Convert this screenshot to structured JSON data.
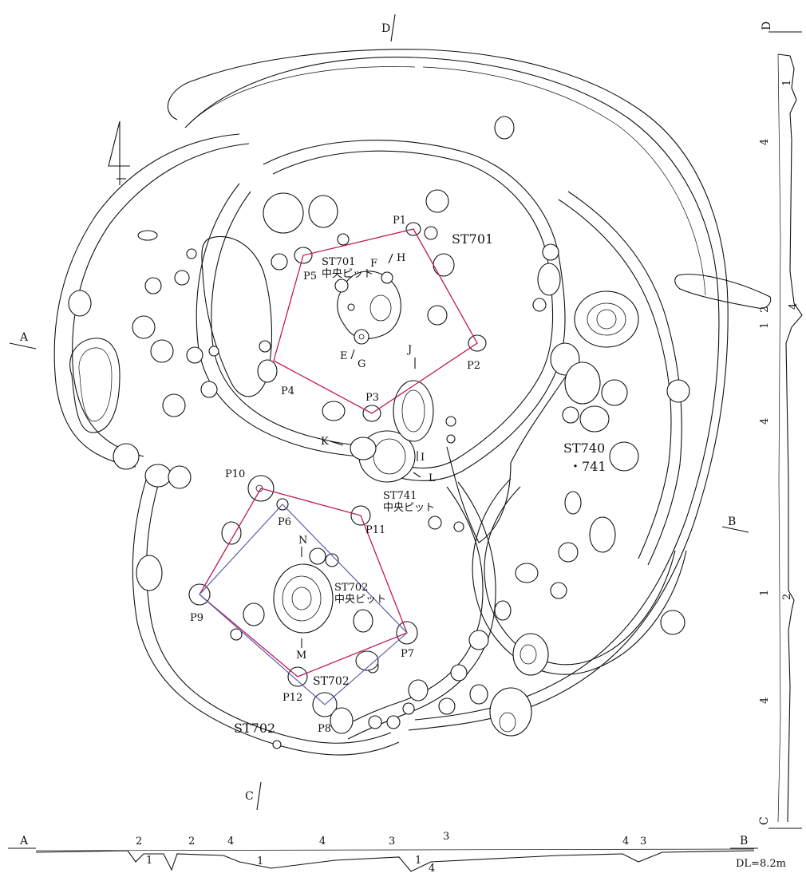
{
  "section_markers": {
    "a": "A",
    "b": "B",
    "c": "C",
    "d": "D"
  },
  "structures": {
    "st701": "ST701",
    "st702": "ST702",
    "st702_small": "ST702",
    "st740_line1": "ST740",
    "st740_line2": "・741",
    "st701_center_1": "ST701",
    "st701_center_2": "中央ピット",
    "st741_center_1": "ST741",
    "st741_center_2": "中央ピット",
    "st702_center_1": "ST702",
    "st702_center_2": "中央ピット"
  },
  "pits": {
    "p1": "P1",
    "p2": "P2",
    "p3": "P3",
    "p4": "P4",
    "p5": "P5",
    "p6": "P6",
    "p7": "P7",
    "p8": "P8",
    "p9": "P9",
    "p10": "P10",
    "p11": "P11",
    "p12": "P12"
  },
  "letters": {
    "e": "E",
    "f": "F",
    "g": "G",
    "h": "H",
    "i": "I",
    "j": "J",
    "k": "K",
    "l": "L",
    "m": "M",
    "n": "N"
  },
  "profile_ab_layers": [
    "2",
    "1",
    "2",
    "4",
    "1",
    "4",
    "3",
    "1",
    "4",
    "3",
    "4",
    "3"
  ],
  "profile_cd_layers": [
    "1",
    "4",
    "2",
    "4",
    "1",
    "4",
    "1",
    "2",
    "4"
  ],
  "datum": "DL=8.2m",
  "colors": {
    "ink": "#111111",
    "pillar_line_a": "#c0185a",
    "pillar_line_b": "#5a5fb0"
  }
}
